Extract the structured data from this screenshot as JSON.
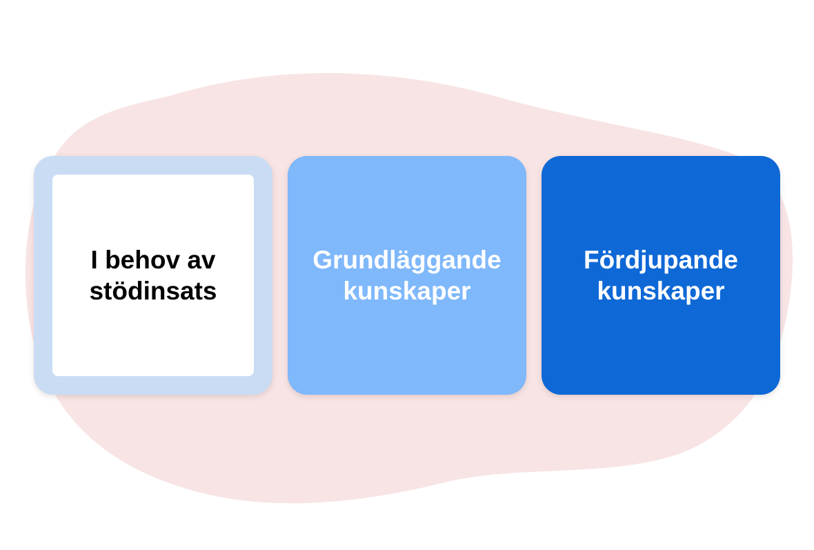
{
  "cards": [
    {
      "label": "I behov av\nstödinsats"
    },
    {
      "label": "Grundläggande\nkunskaper"
    },
    {
      "label": "Fördjupande\nkunskaper"
    }
  ],
  "colors": {
    "background_blob": "#f8e4e4",
    "card_1_frame": "#c9dcf4",
    "card_1_inner": "#ffffff",
    "card_2": "#7fb8fb",
    "card_3": "#0e68d6"
  }
}
